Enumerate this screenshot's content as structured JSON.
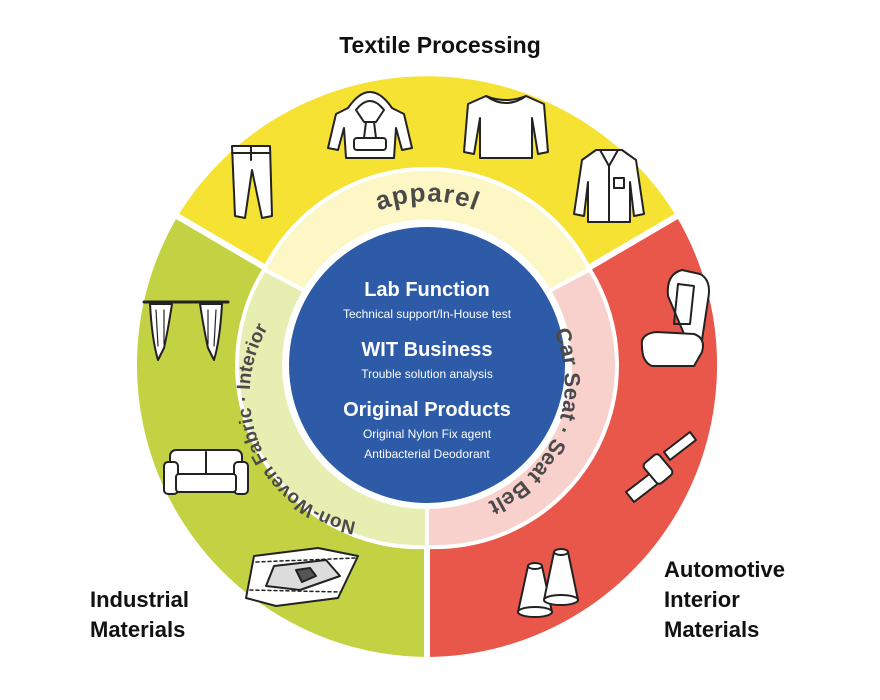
{
  "sections": {
    "textile": {
      "title": "Textile Processing",
      "ring_label": "apparel"
    },
    "industrial": {
      "title_line1": "Industrial",
      "title_line2": "Materials",
      "ring_label": "Non-Woven Fabric · Interior"
    },
    "automotive": {
      "title_line1": "Automotive",
      "title_line2": "Interior",
      "title_line3": "Materials",
      "ring_label": "Car Seat · Seat Belt"
    }
  },
  "center": {
    "heading1": "Lab Function",
    "sub1": "Technical support/In-House test",
    "heading2": "WIT Business",
    "sub2": "Trouble solution analysis",
    "heading3": "Original Products",
    "sub3a": "Original Nylon Fix agent",
    "sub3b": "Antibacterial Deodorant"
  },
  "icons": [
    "pants-icon",
    "hoodie-icon",
    "sweater-icon",
    "shirt-icon",
    "curtain-icon",
    "sofa-icon",
    "rug-icon",
    "car-seat-icon",
    "seat-belt-icon",
    "thread-spools-icon"
  ],
  "colors": {
    "textile_outer": "#f6e233",
    "textile_inner": "#fdf7c6",
    "industrial_outer": "#c2d243",
    "industrial_inner": "#e6eeb2",
    "automotive_outer": "#e9564a",
    "automotive_inner": "#f9d1cc",
    "center": "#2d5ba8",
    "ring_text": "#4a4a4a"
  }
}
